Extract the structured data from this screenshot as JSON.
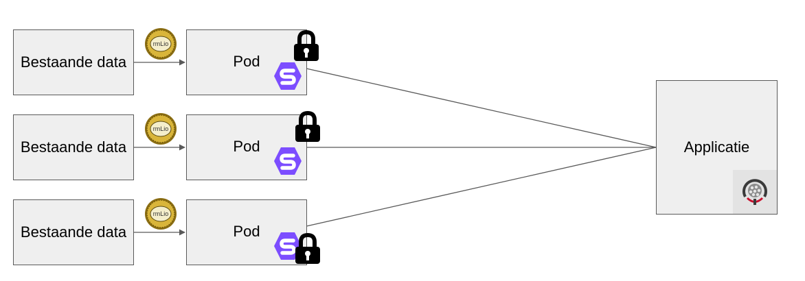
{
  "sources": [
    {
      "label": "Bestaande data"
    },
    {
      "label": "Bestaande data"
    },
    {
      "label": "Bestaande data"
    }
  ],
  "pods": [
    {
      "label": "Pod"
    },
    {
      "label": "Pod"
    },
    {
      "label": "Pod"
    }
  ],
  "application": {
    "label": "Applicatie"
  },
  "badges": {
    "rml_text": "rmLio",
    "mapping_icon": "rml-io-coin-icon",
    "pod_logo": "solid-logo-icon",
    "lock_icon": "lock-icon",
    "app_logo": "app-logo-icon"
  },
  "colors": {
    "box_fill": "#efefef",
    "box_border": "#595959",
    "arrow": "#595959",
    "solid_purple": "#7c4dff",
    "coin_gold": "#c9a227"
  }
}
